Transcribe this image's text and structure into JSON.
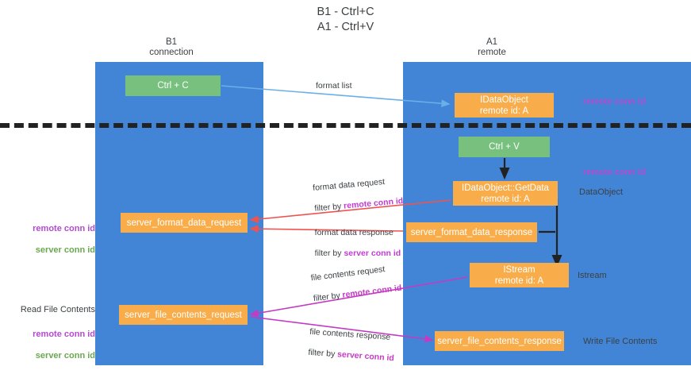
{
  "title": "B1 - Ctrl+C\nA1 - Ctrl+V",
  "columns": {
    "b1": "B1\nconnection",
    "a1": "A1\nremote"
  },
  "nodes": {
    "ctrl_c": "Ctrl + C",
    "idataobject": "IDataObject\nremote id: A",
    "ctrl_v": "Ctrl + V",
    "getdata": "IDataObject::GetData\nremote id: A",
    "server_format_data_request": "server_format_data_request",
    "server_format_data_response": "server_format_data_response",
    "istream": "IStream\nremote id: A",
    "server_file_contents_request": "server_file_contents_request",
    "server_file_contents_response": "server_file_contents_response"
  },
  "right_labels": {
    "remote_conn_id_1": "remote conn id",
    "remote_conn_id_2": "remote conn id",
    "dataobject": "DataObject",
    "istream": "Istream",
    "write_file_contents": "Write File Contents"
  },
  "left_labels": {
    "remote_conn_id": "remote conn id",
    "server_conn_id": "server conn id",
    "read_file_contents": "Read File Contents",
    "remote_conn_id_2": "remote conn id",
    "server_conn_id_2": "server conn id"
  },
  "edges": {
    "format_list": "format list",
    "format_data_request": "format data request",
    "format_data_request_filter_prefix": "filter by ",
    "format_data_request_filter_key": "remote conn id",
    "format_data_response": "format data response",
    "format_data_response_filter_prefix": "filter by ",
    "format_data_response_filter_key": "server conn id",
    "file_contents_request": "file contents request",
    "file_contents_request_filter_prefix": "filter by ",
    "file_contents_request_filter_key": "remote conn id",
    "file_contents_response": "file contents response",
    "file_contents_response_filter_prefix": "filter by ",
    "file_contents_response_filter_key": "server conn id"
  },
  "colors": {
    "lane": "#4285d6",
    "node_green": "#78c07d",
    "node_orange": "#f9ad4a",
    "purple": "#b44ad0",
    "green": "#6aa84f",
    "red_arrow": "#ef5350",
    "magenta_arrow": "#c33bc3",
    "blue_arrow": "#6ab0e8",
    "divider": "#222222"
  }
}
